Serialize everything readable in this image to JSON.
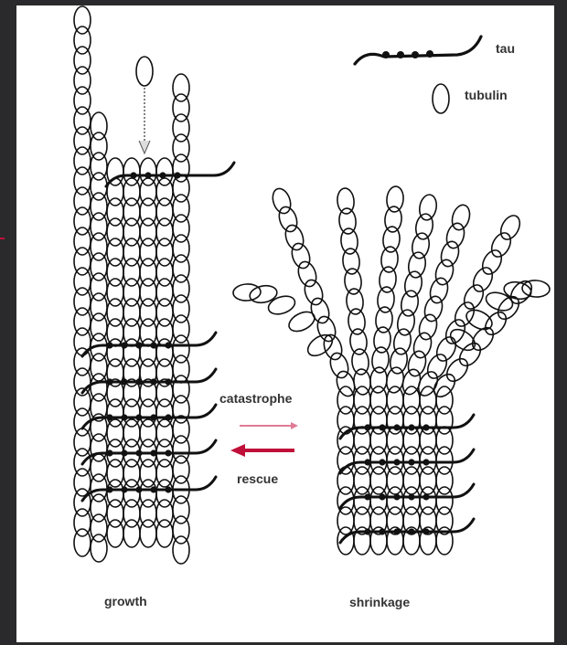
{
  "labels": {
    "tau": "tau",
    "tubulin": "tubulin",
    "catastrophe": "catastrophe",
    "rescue": "rescue",
    "growth": "growth",
    "shrinkage": "shrinkage"
  },
  "colors": {
    "background": "#2a2a2c",
    "panel": "#ffffff",
    "line": "#111111",
    "arrow": "#c0103a",
    "arrow_faint": "#e07a95"
  },
  "icons": {
    "tau_legend": "tau-protein-icon",
    "tubulin_legend": "tubulin-dimer-icon"
  }
}
